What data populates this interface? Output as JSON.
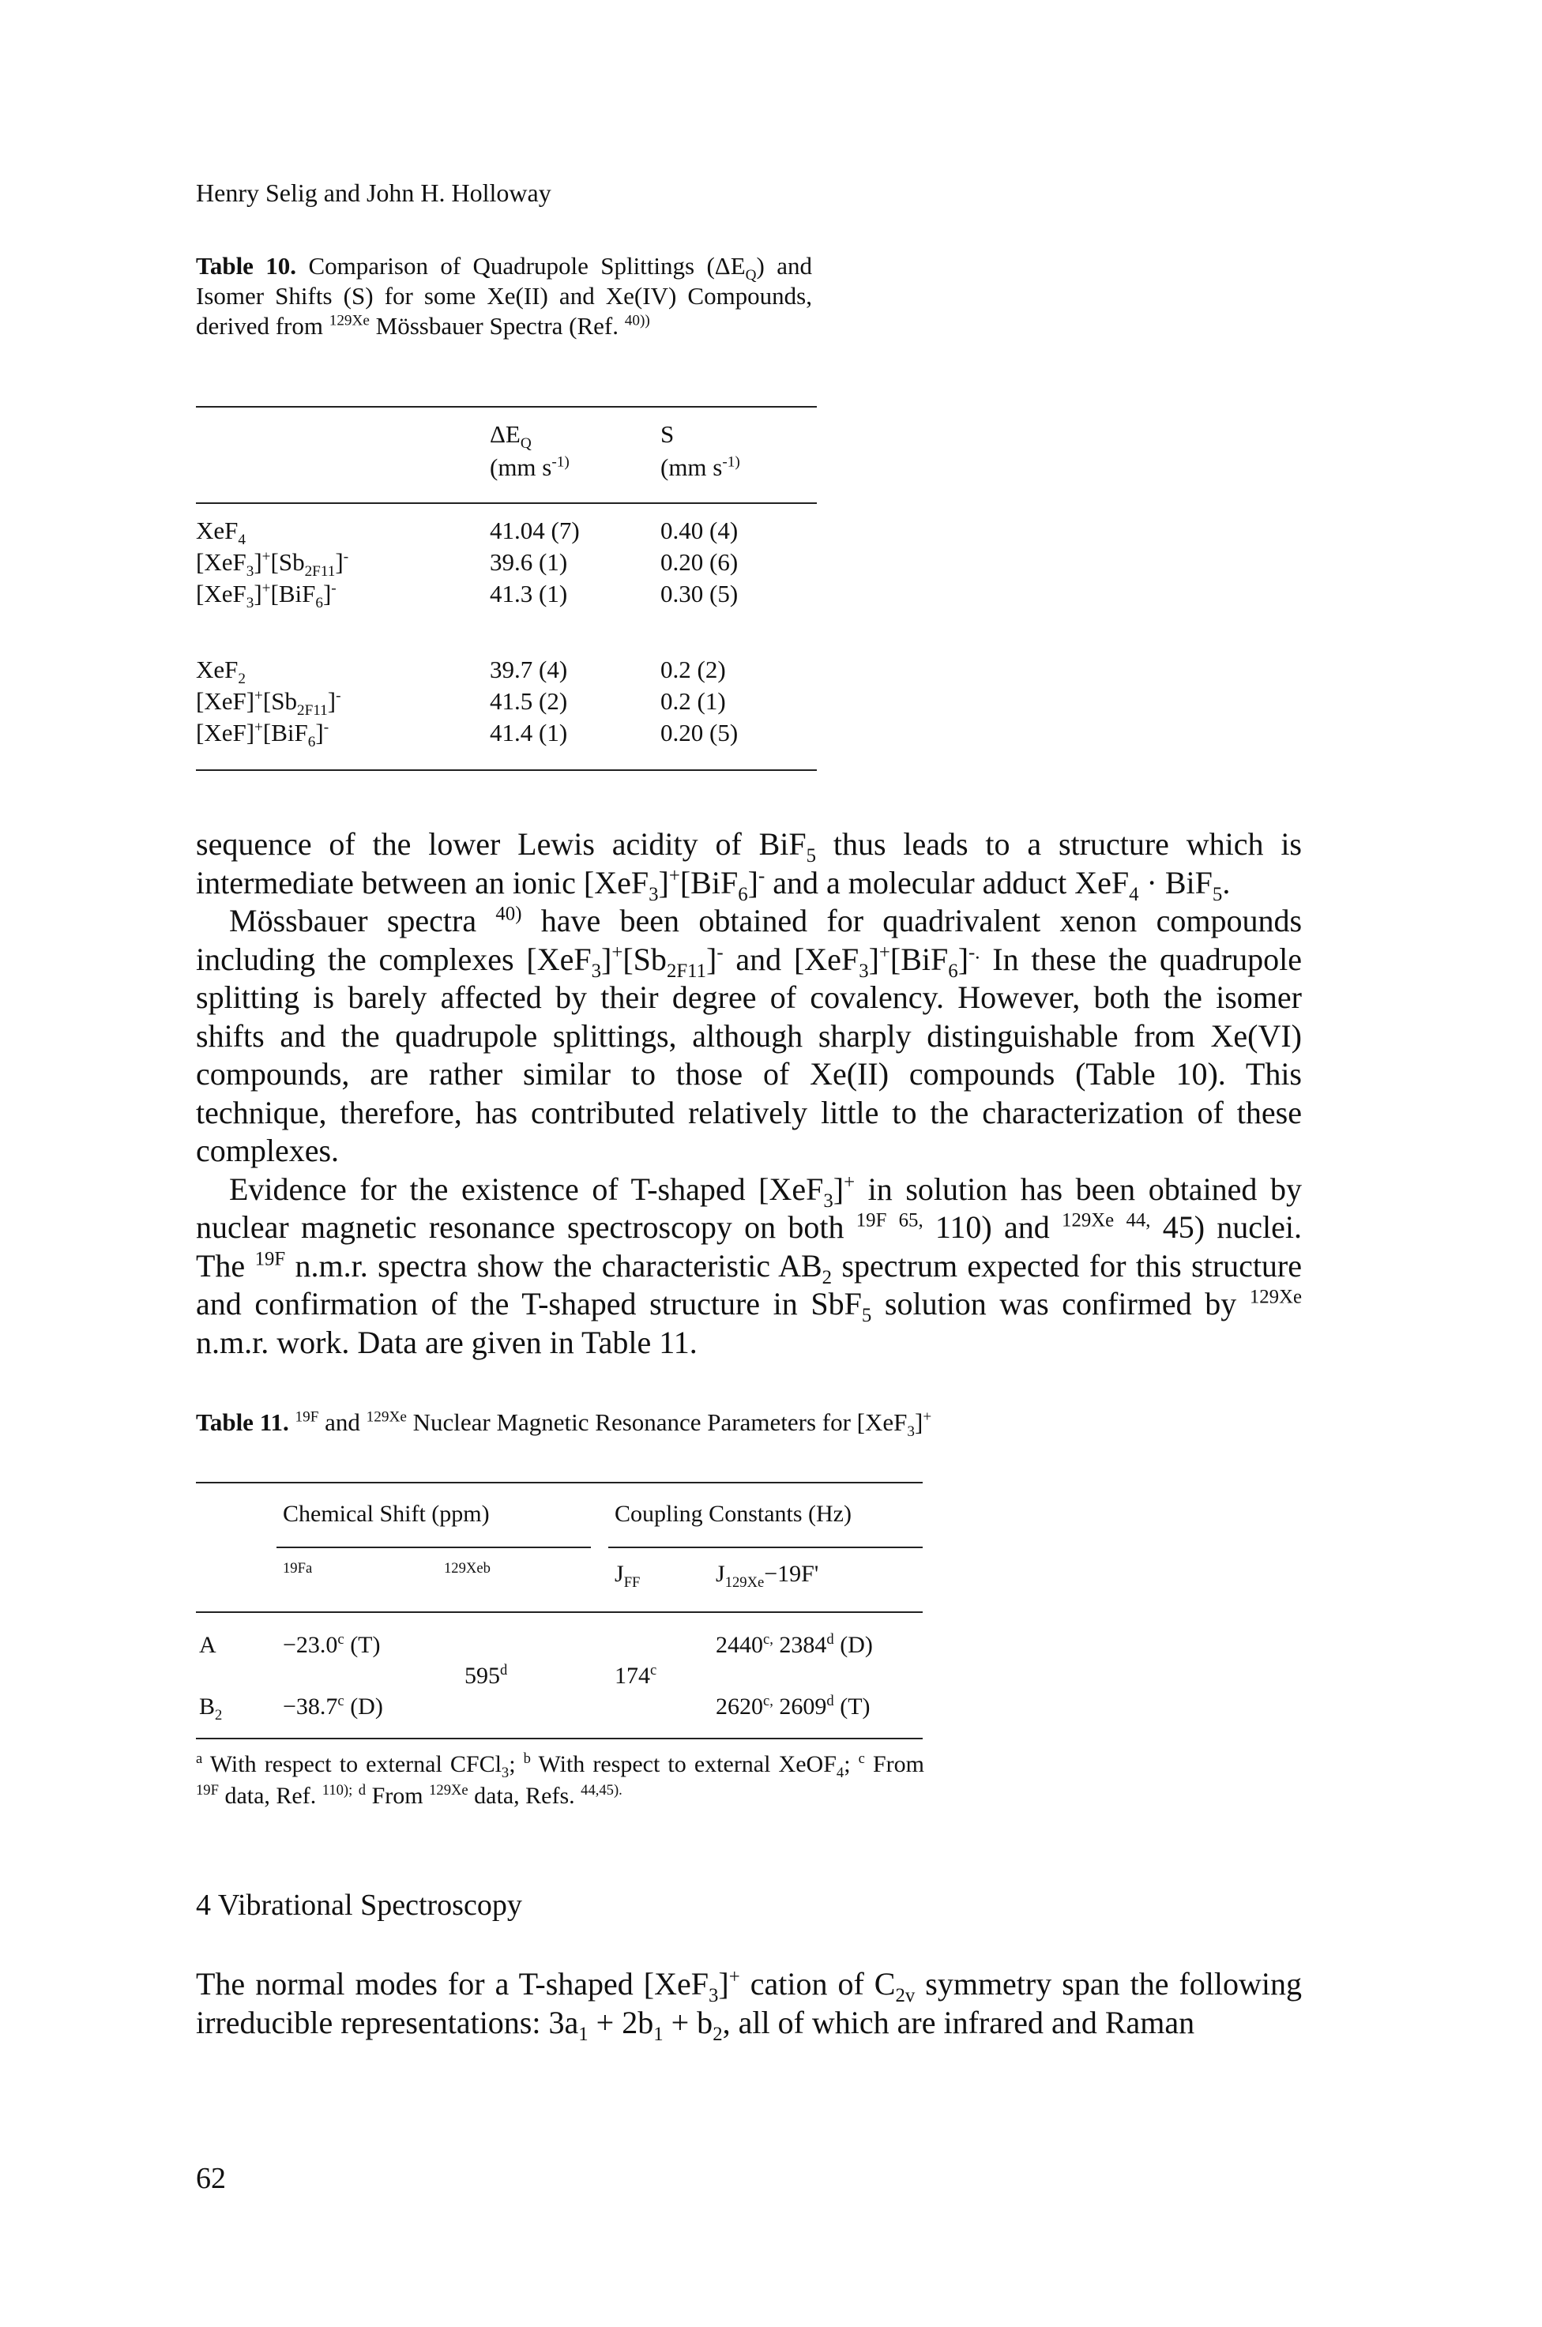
{
  "running_header": "Henry Selig and John H. Holloway",
  "table10": {
    "label": "Table 10.",
    "caption": "Comparison of Quadrupole Splittings (ΔE_Q) and Isomer Shifts (S) for some Xe(II) and Xe(IV) Compounds, derived from ^129Xe Mössbauer Spectra (Ref. ^40))",
    "col1_head": "ΔE_Q",
    "col1_unit": "(mm s^-1)",
    "col2_head": "S",
    "col2_unit": "(mm s^-1)",
    "group1": [
      {
        "compound": "XeF_4",
        "dEq": "41.04 (7)",
        "s": "0.40 (4)"
      },
      {
        "compound": "[XeF_3]^+[Sb_2F_11]^-",
        "dEq": "39.6 (1)",
        "s": "0.20 (6)"
      },
      {
        "compound": "[XeF_3]^+[BiF_6]^-",
        "dEq": "41.3 (1)",
        "s": "0.30 (5)"
      }
    ],
    "group2": [
      {
        "compound": "XeF_2",
        "dEq": "39.7 (4)",
        "s": "0.2 (2)"
      },
      {
        "compound": "[XeF]^+[Sb_2F_11]^-",
        "dEq": "41.5 (2)",
        "s": "0.2 (1)"
      },
      {
        "compound": "[XeF]^+[BiF_6]^-",
        "dEq": "41.4 (1)",
        "s": "0.20 (5)"
      }
    ]
  },
  "paragraphs": [
    "sequence of the lower Lewis acidity of BiF_5 thus leads to a structure which is intermediate between an ionic [XeF_3]^+[BiF_6]^- and a molecular adduct XeF_4 · BiF_5.",
    "Mössbauer spectra ^40) have been obtained for quadrivalent xenon compounds including the complexes [XeF_3]^+[Sb_2F_11]^- and [XeF_3]^+[BiF_6]^-. In these the quadrupole splitting is barely affected by their degree of covalency. However, both the isomer shifts and the quadrupole splittings, although sharply distinguishable from Xe(VI) compounds, are rather similar to those of Xe(II) compounds (Table 10). This technique, therefore, has contributed relatively little to the characterization of these complexes.",
    "Evidence for the existence of T-shaped [XeF_3]^+ in solution has been obtained by nuclear magnetic resonance spectroscopy on both ^19F ^65, 110) and ^129Xe ^44, 45) nuclei. The ^19F n.m.r. spectra show the characteristic AB_2 spectrum expected for this structure and confirmation of the T-shaped structure in SbF_5 solution was confirmed by ^129Xe n.m.r. work. Data are given in Table 11."
  ],
  "table11": {
    "label": "Table 11.",
    "caption": "^19F and ^129Xe Nuclear Magnetic Resonance Parameters for [XeF_3]^+",
    "group_head_1": "Chemical Shift (ppm)",
    "group_head_2": "Coupling Constants (Hz)",
    "sub_heads": [
      "^19F^a",
      "^129Xe^b",
      "J_FF",
      "J_129Xe−19F'"
    ],
    "rows": [
      {
        "label": "A",
        "f19": "−23.0^c (T)",
        "j": "2440^c, 2384^d (D)"
      },
      {
        "label": "B_2",
        "f19": "−38.7^c (D)",
        "j": "2620^c, 2609^d (T)"
      }
    ],
    "xe129_shared": "595^d",
    "jff_shared": "174^c",
    "footnote": "^a With respect to external CFCl_3; ^b With respect to external XeOF_4; ^c From ^19F data, Ref. ^110); ^d From ^129Xe data, Refs. ^44,45)."
  },
  "section_heading": "4 Vibrational Spectroscopy",
  "final_paragraph": "The normal modes for a T-shaped [XeF_3]^+ cation of C_2v symmetry span the following irreducible representations: 3a_1 + 2b_1 + b_2, all of which are infrared and Raman",
  "page_number": "62"
}
